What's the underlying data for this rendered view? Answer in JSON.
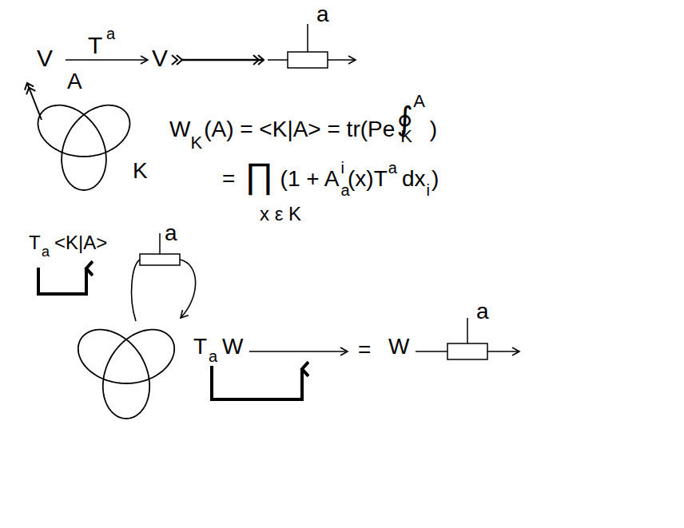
{
  "diagram": {
    "labels": [
      "V",
      "T",
      "a",
      "V",
      "a",
      "A",
      "K",
      "W",
      "K",
      "(A) = <K|A> = tr(Pe",
      "∮",
      "A",
      "K",
      ")",
      "=",
      "∏",
      "(1 + A",
      "i",
      "a",
      "(x)T",
      "a",
      "dx",
      "i",
      ")",
      "x ε K",
      "T",
      "a",
      "<K|A>",
      "a",
      "T",
      "a",
      "W",
      "=",
      "W",
      "a"
    ]
  }
}
